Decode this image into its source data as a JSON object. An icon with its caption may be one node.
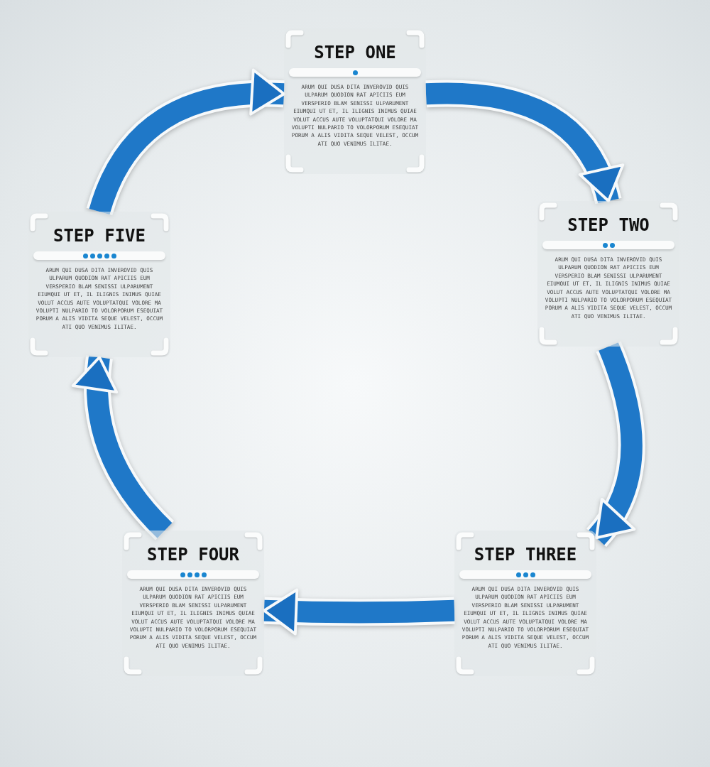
{
  "diagram": {
    "nodes": [
      {
        "text": [
          "STEP ONE",
          "ARUM QUI DUSA DITA INVEROVID QUIS ULPARUM QUODION RAT APICIIS EUM VERSPERIO BLAM SENISSI ULPARUMENT EIUMQUI UT ET, IL ILIGNIS INIMUS QUIAE VOLUT ACCUS AUTE VOLUPTATQUI VOLORE MA VOLUPTI NULPARIO TO VOLORPORUM ESEQUIAT PORUM A ALIS VIDITA SEQUE VELEST, OCCUM ATI QUO VENIMUS ILITAE."
        ]
      },
      {
        "text": [
          "STEP TWO",
          "ARUM QUI DUSA DITA INVEROVID QUIS ULPARUM QUODION RAT APICIIS EUM VERSPERIO BLAM SENISSI ULPARUMENT EIUMQUI UT ET, IL ILIGNIS INIMUS QUIAE VOLUT ACCUS AUTE VOLUPTATQUI VOLORE MA VOLUPTI NULPARIO TO VOLORPORUM ESEQUIAT PORUM A ALIS VIDITA SEQUE VELEST, OCCUM ATI QUO VENIMUS ILITAE."
        ]
      },
      {
        "text": [
          "STEP THREE",
          "ARUM QUI DUSA DITA INVEROVID QUIS ULPARUM QUODION RAT APICIIS EUM VERSPERIO BLAM SENISSI ULPARUMENT EIUMQUI UT ET, IL ILIGNIS INIMUS QUIAE VOLUT ACCUS AUTE VOLUPTATQUI VOLORE MA VOLUPTI NULPARIO TO VOLORPORUM ESEQUIAT PORUM A ALIS VIDITA SEQUE VELEST, OCCUM ATI QUO VENIMUS ILITAE."
        ]
      },
      {
        "text": [
          "STEP FOUR",
          "ARUM QUI DUSA DITA INVEROVID QUIS ULPARUM QUODION RAT APICIIS EUM VERSPERIO BLAM SENISSI ULPARUMENT EIUMQUI UT ET, IL ILIGNIS INIMUS QUIAE VOLUT ACCUS AUTE VOLUPTATQUI VOLORE MA VOLUPTI NULPARIO TO VOLORPORUM ESEQUIAT PORUM A ALIS VIDITA SEQUE VELEST, OCCUM ATI QUO VENIMUS ILITAE."
        ]
      },
      {
        "text": [
          "STEP FIVE",
          "ARUM QUI DUSA DITA INVEROVID QUIS ULPARUM QUODION RAT APICIIS EUM VERSPERIO BLAM SENISSI ULPARUMENT EIUMQUI UT ET, IL ILIGNIS INIMUS QUIAE VOLUT ACCUS AUTE VOLUPTATQUI VOLORE MA VOLUPTI NULPARIO TO VOLORPORUM ESEQUIAT PORUM A ALIS VIDITA SEQUE VELEST, OCCUM ATI QUO VENIMUS ILITAE."
        ]
      }
    ],
    "edges": [
      {
        "from": 0,
        "to": 1,
        "arrow": "to"
      },
      {
        "from": 1,
        "to": 2,
        "arrow": "to"
      },
      {
        "from": 2,
        "to": 3,
        "arrow": "to"
      },
      {
        "from": 3,
        "to": 4,
        "arrow": "to"
      },
      {
        "from": 4,
        "to": 0,
        "arrow": "to"
      }
    ]
  }
}
